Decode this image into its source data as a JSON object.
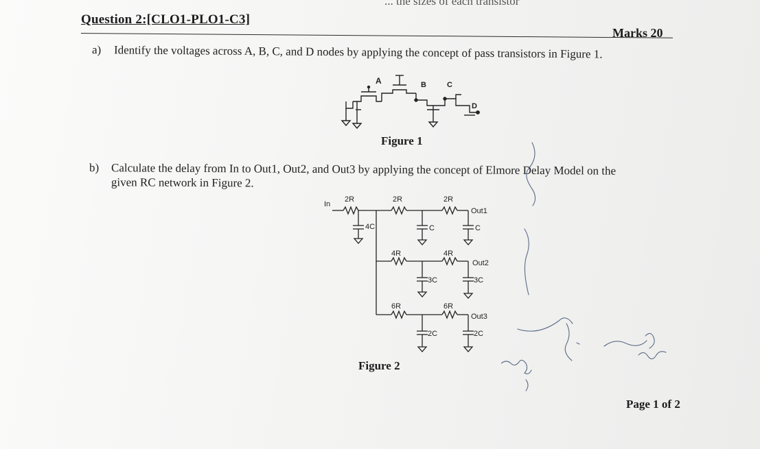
{
  "header": {
    "top_fragment": "... the sizes of each transistor",
    "question_title": "Question 2:[CLO1-PLO1-C3]",
    "marks": "Marks 20"
  },
  "part_a": {
    "label": "a)",
    "text": "Identify the voltages across A, B, C, and D nodes by applying the concept of pass transistors in Figure 1."
  },
  "figure1": {
    "caption": "Figure 1",
    "node_labels": [
      "A",
      "B",
      "C",
      "D"
    ]
  },
  "part_b": {
    "label": "b)",
    "text_line1": "Calculate the delay from In to Out1, Out2, and Out3 by applying the concept of Elmore Delay Model on the",
    "text_line2": "given RC network in Figure 2."
  },
  "figure2": {
    "caption": "Figure 2",
    "input_label": "In",
    "resistors": {
      "r_in": "2R",
      "r_top1": "2R",
      "r_top2": "2R",
      "r_mid1": "4R",
      "r_mid2": "4R",
      "r_bot1": "6R",
      "r_bot2": "6R"
    },
    "capacitors": {
      "c_in": "4C",
      "c_top1": "C",
      "c_top2": "C",
      "c_mid1": "3C",
      "c_mid2": "3C",
      "c_bot1": "2C",
      "c_bot2": "2C"
    },
    "outputs": {
      "out1": "Out1",
      "out2": "Out2",
      "out3": "Out3"
    }
  },
  "footer": {
    "page": "Page 1 of 2"
  },
  "colors": {
    "ink": "#1d1d1f",
    "paper": "#f4f4f3",
    "scribble": "#5a6a84"
  }
}
